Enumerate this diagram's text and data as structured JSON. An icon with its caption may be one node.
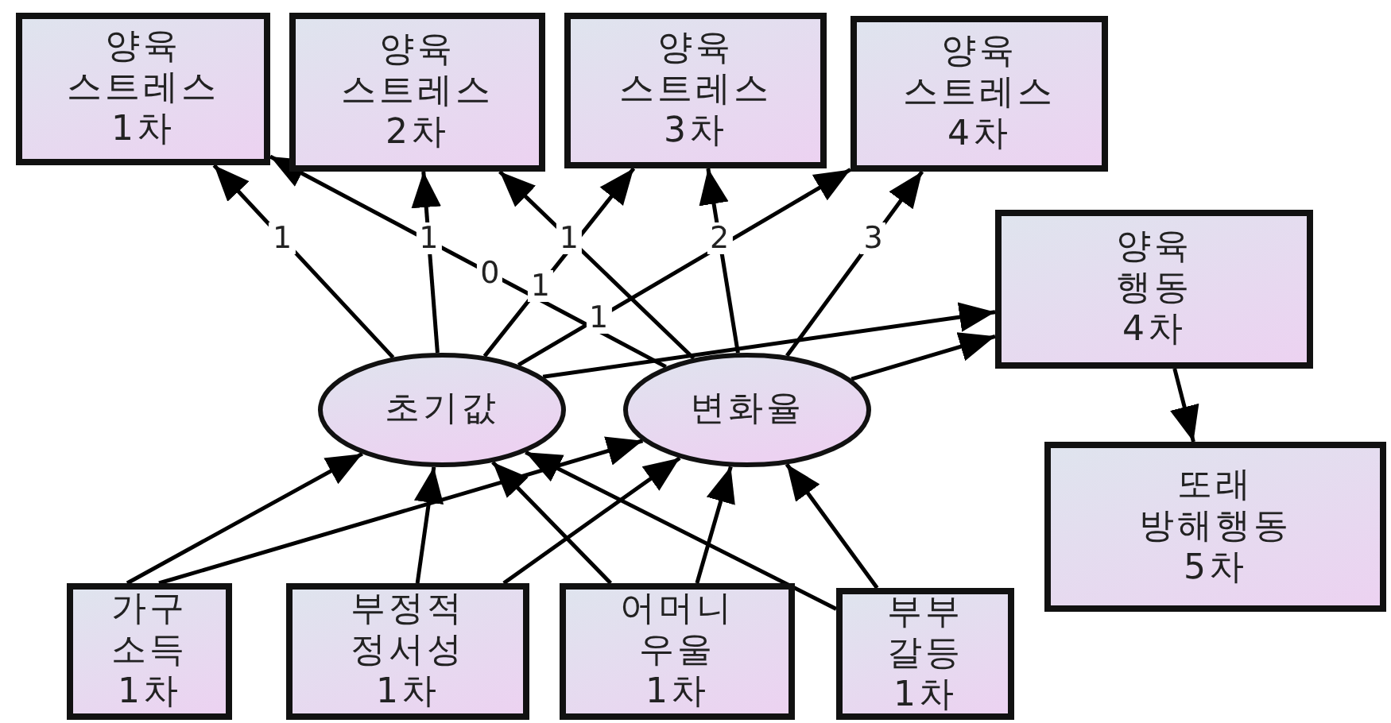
{
  "diagram": {
    "nodes": [
      {
        "text": [
          "양육 스트레스 1차"
        ]
      },
      {
        "text": [
          "양육 스트레스 2차"
        ]
      },
      {
        "text": [
          "양육 스트레스 3차"
        ]
      },
      {
        "text": [
          "양육 스트레스 4차"
        ]
      },
      {
        "text": [
          "양육 행동 4차"
        ]
      },
      {
        "text": [
          "초기값"
        ]
      },
      {
        "text": [
          "변화율"
        ]
      },
      {
        "text": [
          "또래 방해행동 5차"
        ]
      },
      {
        "text": [
          "가구 소득 1차"
        ]
      },
      {
        "text": [
          "부정적 정서성 1차"
        ]
      },
      {
        "text": [
          "어머니 우울 1차"
        ]
      },
      {
        "text": [
          "부부 갈등 1차"
        ]
      }
    ],
    "edges": [
      {
        "from": 5,
        "to": 0,
        "arrow": "to",
        "label": "1"
      },
      {
        "from": 5,
        "to": 1,
        "arrow": "to",
        "label": "1"
      },
      {
        "from": 5,
        "to": 2,
        "arrow": "to",
        "label": "1"
      },
      {
        "from": 5,
        "to": 3,
        "arrow": "to",
        "label": "1"
      },
      {
        "from": 6,
        "to": 0,
        "arrow": "to",
        "label": "0"
      },
      {
        "from": 6,
        "to": 1,
        "arrow": "to",
        "label": "1"
      },
      {
        "from": 6,
        "to": 2,
        "arrow": "to",
        "label": "2"
      },
      {
        "from": 6,
        "to": 3,
        "arrow": "to",
        "label": "3"
      },
      {
        "from": 5,
        "to": 4,
        "arrow": "to"
      },
      {
        "from": 6,
        "to": 4,
        "arrow": "to"
      },
      {
        "from": 4,
        "to": 7,
        "arrow": "to"
      },
      {
        "from": 8,
        "to": 5,
        "arrow": "to"
      },
      {
        "from": 8,
        "to": 6,
        "arrow": "to"
      },
      {
        "from": 9,
        "to": 5,
        "arrow": "to"
      },
      {
        "from": 9,
        "to": 6,
        "arrow": "to"
      },
      {
        "from": 10,
        "to": 5,
        "arrow": "to"
      },
      {
        "from": 10,
        "to": 6,
        "arrow": "to"
      },
      {
        "from": 11,
        "to": 5,
        "arrow": "to"
      },
      {
        "from": 11,
        "to": 6,
        "arrow": "to"
      }
    ]
  }
}
